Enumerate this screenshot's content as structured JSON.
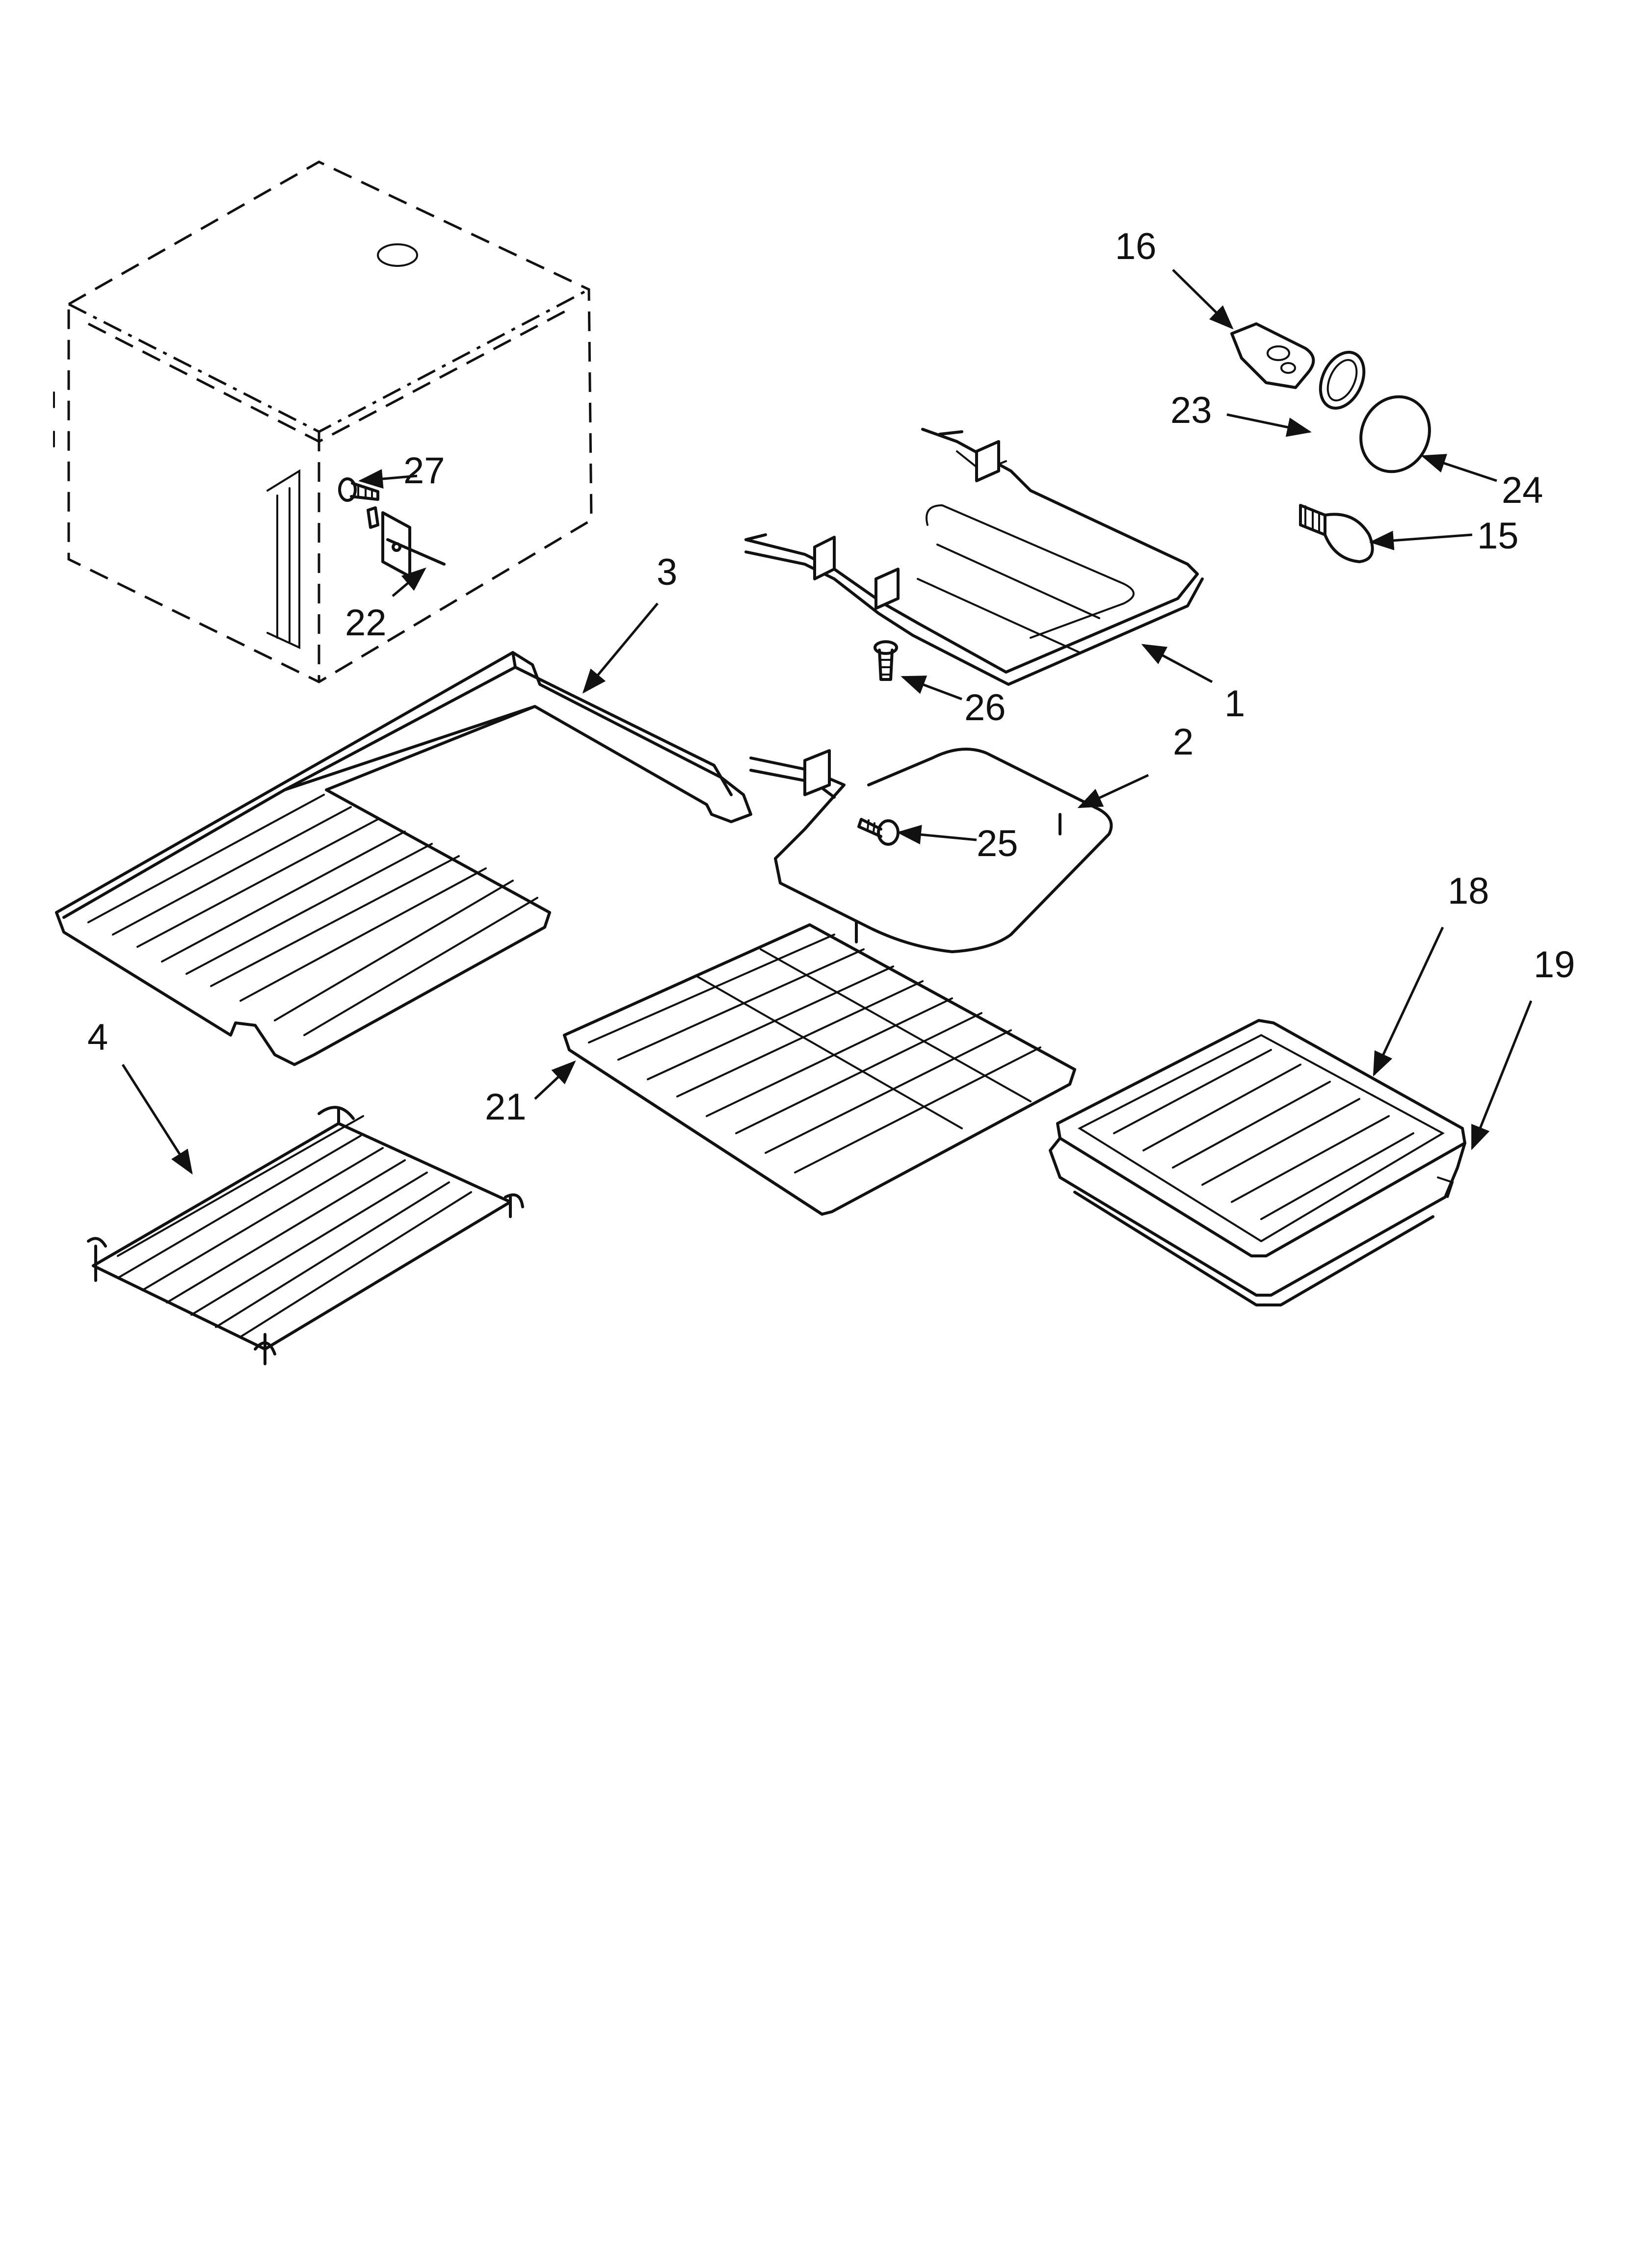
{
  "callouts": {
    "c1": "1",
    "c2": "2",
    "c3": "3",
    "c4": "4",
    "c15": "15",
    "c16": "16",
    "c18": "18",
    "c19": "19",
    "c21": "21",
    "c22": "22",
    "c23": "23",
    "c24": "24",
    "c25": "25",
    "c26": "26",
    "c27": "27"
  }
}
